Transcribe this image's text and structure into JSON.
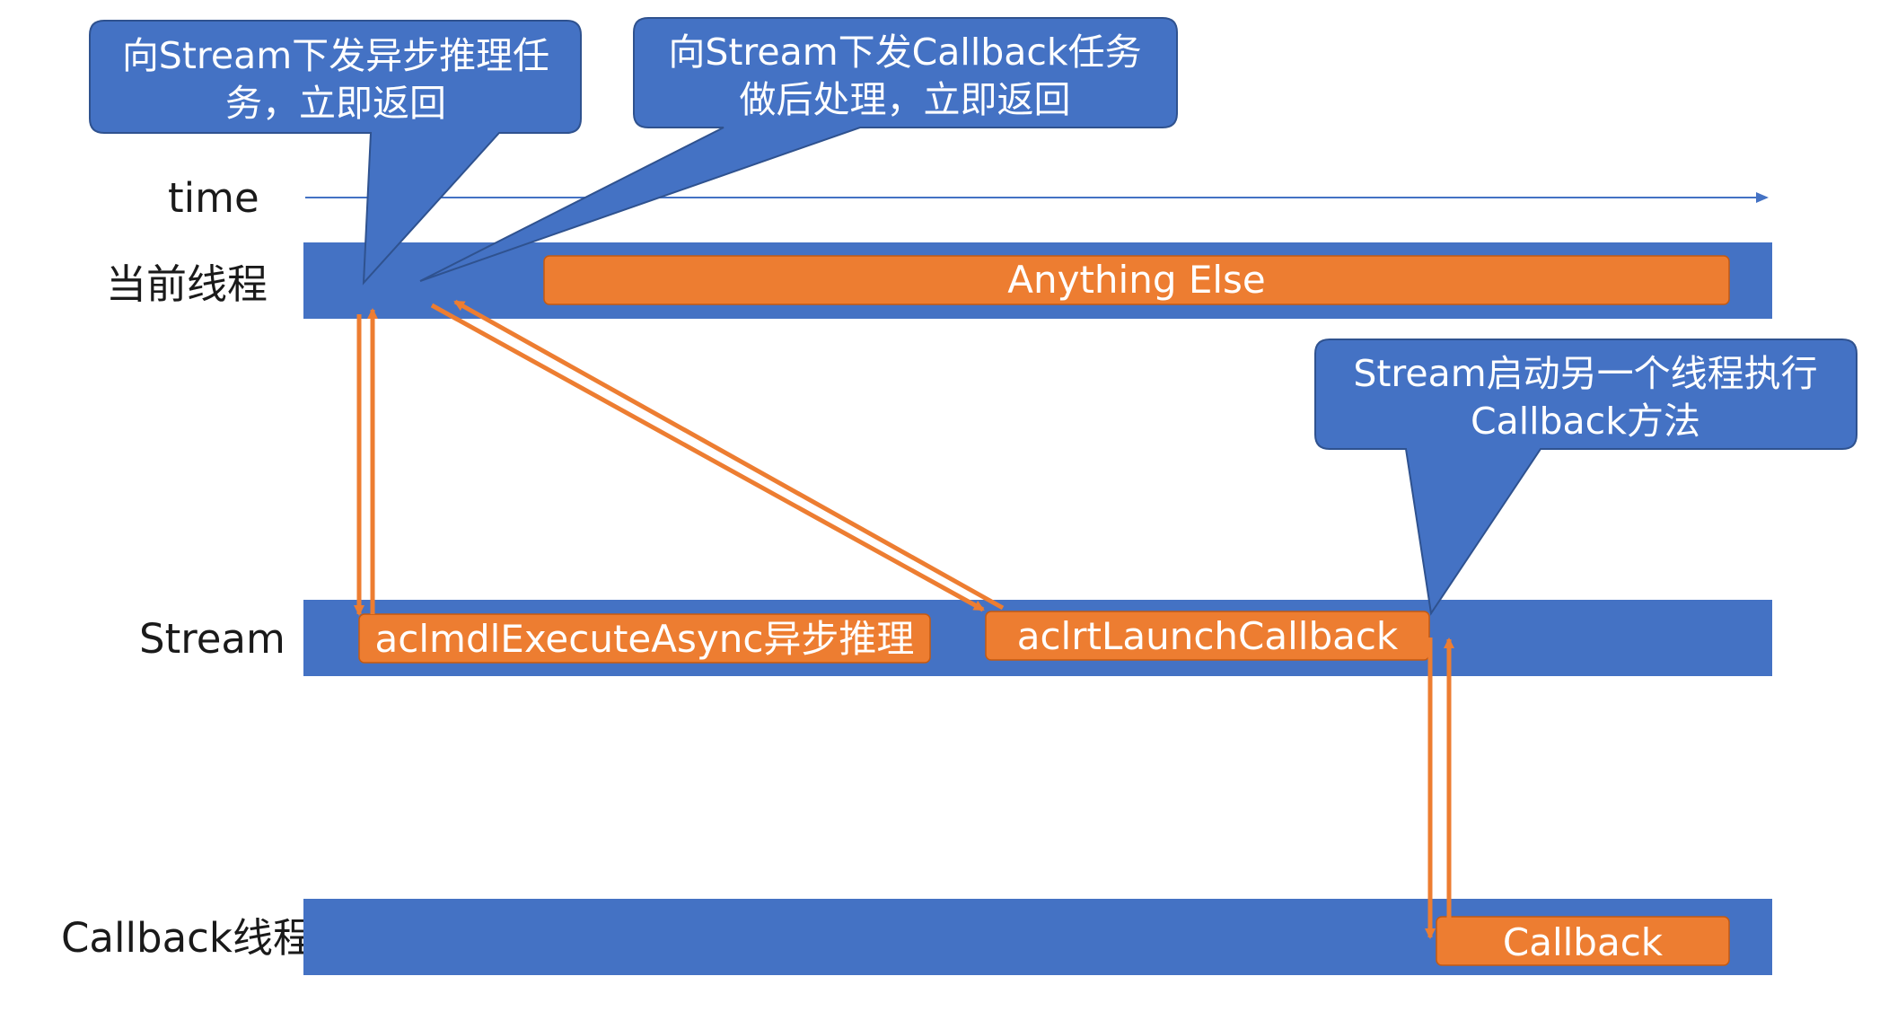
{
  "time_label": "time",
  "lanes": {
    "current_thread": "当前线程",
    "stream": "Stream",
    "callback_thread": "Callback线程"
  },
  "tasks": {
    "anything_else": "Anything Else",
    "execute_async": "aclmdlExecuteAsync异步推理",
    "launch_callback": "aclrtLaunchCallback",
    "callback": "Callback"
  },
  "callouts": {
    "infer": [
      "向Stream下发异步推理任",
      "务，立即返回"
    ],
    "callback_post": [
      "向Stream下发Callback任务",
      "做后处理，立即返回"
    ],
    "stream_thread": [
      "Stream启动另一个线程执行",
      "Callback方法"
    ]
  },
  "colors": {
    "lane_blue": "#4472c4",
    "task_orange": "#ed7d31",
    "callout_border": "#2f528f"
  }
}
